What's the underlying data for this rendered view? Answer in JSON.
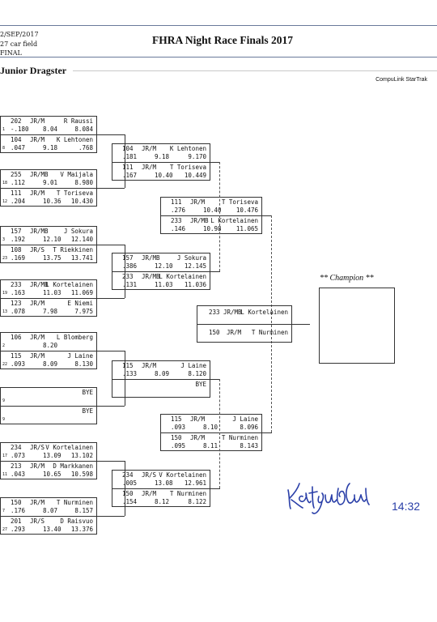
{
  "header": {
    "date": "2/SEP/2017",
    "field": "27 car field",
    "stage": "FINAL",
    "title": "FHRA Night Race Finals 2017",
    "class_name": "Junior Dragster",
    "brand": "CompuLink StarTrak"
  },
  "round1": [
    {
      "top": {
        "ln": "1",
        "num": "202",
        "cls": "JR/M",
        "name": "R Raussi",
        "rt": "-.180",
        "et": "8.04",
        "sp": "8.084"
      },
      "bot": {
        "ln": "8",
        "num": "104",
        "cls": "JR/M",
        "name": "K Lehtonen",
        "rt": ".047",
        "et": "9.18",
        "sp": ".768"
      }
    },
    {
      "top": {
        "ln": "18",
        "num": "255",
        "cls": "JR/MB",
        "name": "V Maijala",
        "rt": ".112",
        "et": "9.01",
        "sp": "8.980"
      },
      "bot": {
        "ln": "12",
        "num": "111",
        "cls": "JR/M",
        "name": "T Toriseva",
        "rt": ".204",
        "et": "10.36",
        "sp": "10.430"
      }
    },
    {
      "top": {
        "ln": "3",
        "num": "157",
        "cls": "JR/MB",
        "name": "J Sokura",
        "rt": ".192",
        "et": "12.10",
        "sp": "12.140"
      },
      "bot": {
        "ln": "23",
        "num": "108",
        "cls": "JR/S",
        "name": "T Riekkinen",
        "rt": ".169",
        "et": "13.75",
        "sp": "13.741"
      }
    },
    {
      "top": {
        "ln": "19",
        "num": "233",
        "cls": "JR/MB",
        "name": "L Kortelainen",
        "rt": ".163",
        "et": "11.03",
        "sp": "11.069"
      },
      "bot": {
        "ln": "13",
        "num": "123",
        "cls": "JR/M",
        "name": "E Niemi",
        "rt": ".078",
        "et": "7.98",
        "sp": "7.975"
      }
    },
    {
      "top": {
        "ln": "2",
        "num": "106",
        "cls": "JR/M",
        "name": "L Blomberg",
        "rt": "",
        "et": "8.20",
        "sp": ""
      },
      "bot": {
        "ln": "22",
        "num": "115",
        "cls": "JR/M",
        "name": "J Laine",
        "rt": ".093",
        "et": "8.09",
        "sp": "8.130"
      }
    },
    {
      "top": {
        "ln": "9",
        "num": "",
        "cls": "",
        "name": "BYE",
        "rt": "",
        "et": "",
        "sp": ""
      },
      "bot": {
        "ln": "9",
        "num": "",
        "cls": "",
        "name": "BYE",
        "rt": "",
        "et": "",
        "sp": ""
      }
    },
    {
      "top": {
        "ln": "17",
        "num": "234",
        "cls": "JR/S",
        "name": "V Kortelainen",
        "rt": ".073",
        "et": "13.09",
        "sp": "13.102"
      },
      "bot": {
        "ln": "11",
        "num": "213",
        "cls": "JR/M",
        "name": "D Markkanen",
        "rt": ".043",
        "et": "10.65",
        "sp": "10.598"
      }
    },
    {
      "top": {
        "ln": "7",
        "num": "150",
        "cls": "JR/M",
        "name": "T Nurminen",
        "rt": ".176",
        "et": "8.07",
        "sp": "8.157"
      },
      "bot": {
        "ln": "27",
        "num": "201",
        "cls": "JR/S",
        "name": "D Raisvuo",
        "rt": ".293",
        "et": "13.40",
        "sp": "13.376"
      }
    }
  ],
  "round2": [
    {
      "top": {
        "ln": "",
        "num": "104",
        "cls": "JR/M",
        "name": "K Lehtonen",
        "rt": ".181",
        "et": "9.18",
        "sp": "9.170"
      },
      "bot": {
        "ln": "",
        "num": "111",
        "cls": "JR/M",
        "name": "T Toriseva",
        "rt": ".167",
        "et": "10.40",
        "sp": "10.449"
      }
    },
    {
      "top": {
        "ln": "",
        "num": "157",
        "cls": "JR/MB",
        "name": "J Sokura",
        "rt": ".386",
        "et": "12.10",
        "sp": "12.145"
      },
      "bot": {
        "ln": "",
        "num": "233",
        "cls": "JR/MB",
        "name": "L Kortelainen",
        "rt": ".131",
        "et": "11.03",
        "sp": "11.036"
      }
    },
    {
      "top": {
        "ln": "",
        "num": "115",
        "cls": "JR/M",
        "name": "J Laine",
        "rt": ".133",
        "et": "8.09",
        "sp": "8.120"
      },
      "bot": {
        "ln": "",
        "num": "",
        "cls": "",
        "name": "BYE",
        "rt": "",
        "et": "",
        "sp": ""
      }
    },
    {
      "top": {
        "ln": "",
        "num": "234",
        "cls": "JR/S",
        "name": "V Kortelainen",
        "rt": ".005",
        "et": "13.08",
        "sp": "12.961"
      },
      "bot": {
        "ln": "",
        "num": "150",
        "cls": "JR/M",
        "name": "T Nurminen",
        "rt": ".154",
        "et": "8.12",
        "sp": "8.122"
      }
    }
  ],
  "round3": [
    {
      "top": {
        "ln": "",
        "num": "111",
        "cls": "JR/M",
        "name": "T Toriseva",
        "rt": ".276",
        "et": "10.40",
        "sp": "10.476"
      },
      "bot": {
        "ln": "",
        "num": "233",
        "cls": "JR/MB",
        "name": "L Kortelainen",
        "rt": ".146",
        "et": "10.98",
        "sp": "11.065"
      }
    },
    {
      "top": {
        "ln": "",
        "num": "115",
        "cls": "JR/M",
        "name": "J Laine",
        "rt": ".093",
        "et": "8.10",
        "sp": "8.096"
      },
      "bot": {
        "ln": "",
        "num": "150",
        "cls": "JR/M",
        "name": "T Nurminen",
        "rt": ".095",
        "et": "8.11",
        "sp": "8.143"
      }
    }
  ],
  "final": {
    "top": {
      "num": "233",
      "cls": "JR/MB",
      "name": "L Kortelainen"
    },
    "bot": {
      "num": "150",
      "cls": "JR/M",
      "name": "T Nurminen"
    }
  },
  "champion": {
    "title": "** Champion **",
    "name": ""
  },
  "signature": {
    "time": "14:32"
  }
}
